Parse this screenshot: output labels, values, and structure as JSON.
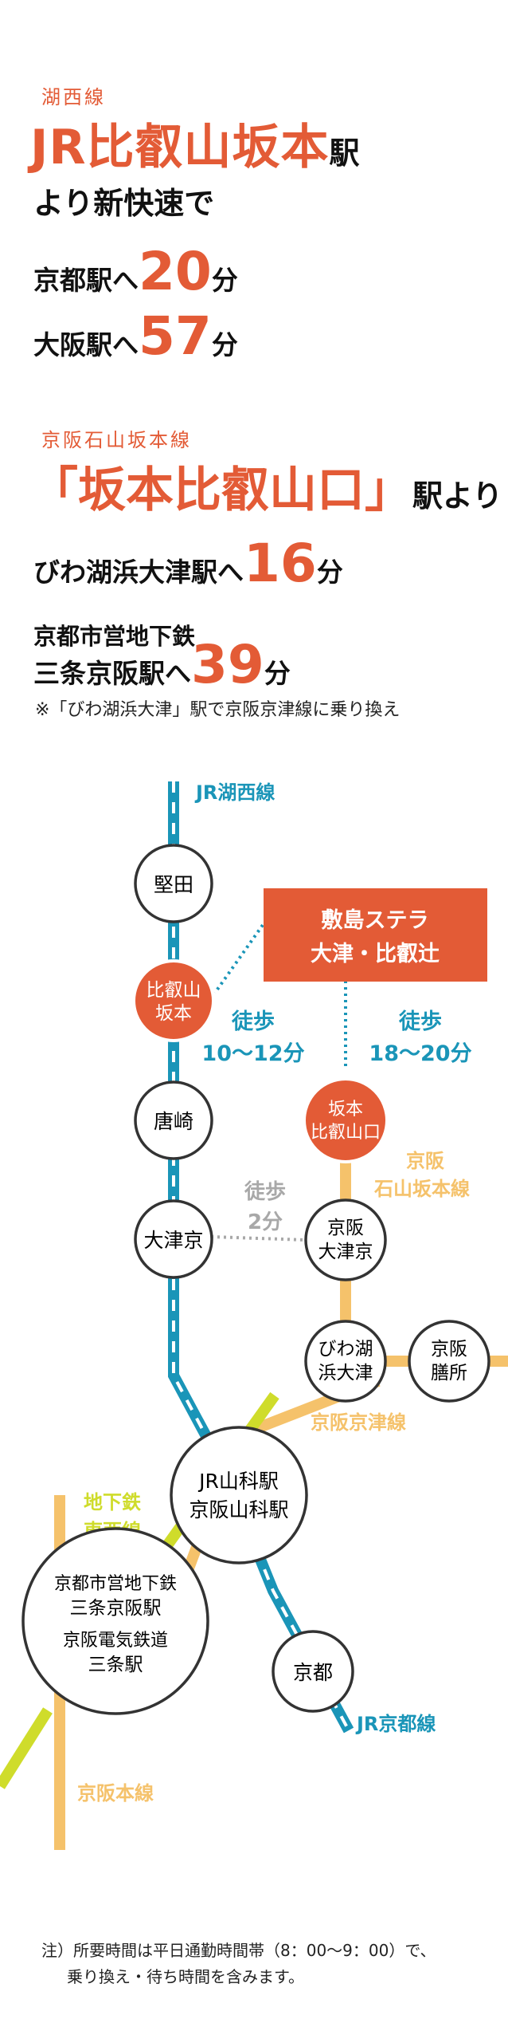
{
  "section1": {
    "line_label": "湖西線",
    "station": "JR比叡山坂本",
    "station_suffix": "駅",
    "lead": "より新快速で",
    "routes": [
      {
        "dest": "京都駅へ",
        "minutes": "20",
        "unit": "分"
      },
      {
        "dest": "大阪駅へ",
        "minutes": "57",
        "unit": "分"
      }
    ]
  },
  "section2": {
    "line_label": "京阪石山坂本線",
    "station": "「坂本比叡山口」",
    "station_suffix": "駅より",
    "route1": {
      "dest": "びわ湖浜大津駅へ",
      "minutes": "16",
      "unit": "分"
    },
    "route2": {
      "dest_line1": "京都市営地下鉄",
      "dest_line2": "三条京阪駅へ",
      "minutes": "39",
      "unit": "分"
    },
    "note": "※「びわ湖浜大津」駅で京阪京津線に乗り換え"
  },
  "map": {
    "colors": {
      "jr": "#1a95b8",
      "keihan": "#f5c26b",
      "subway": "#cfdc2b",
      "accent": "#e35b36",
      "walk_gray": "#a8a8a8"
    },
    "labels": {
      "jr_kosei": "JR湖西線",
      "keihan_ishiyama_1": "京阪",
      "keihan_ishiyama_2": "石山坂本線",
      "keihan_keishin": "京阪京津線",
      "subway_1": "地下鉄",
      "subway_2": "東西線",
      "jr_kyoto": "JR京都線",
      "keihan_main": "京阪本線"
    },
    "hotel": {
      "line1": "敷島ステラ",
      "line2": "大津・比叡辻"
    },
    "walks": {
      "w1_label": "徒歩",
      "w1_time": "10〜12分",
      "w2_label": "徒歩",
      "w2_time": "18〜20分",
      "w3_label": "徒歩",
      "w3_time": "2分"
    },
    "stations": {
      "katata": "堅田",
      "hieizan_sakamoto_1": "比叡山",
      "hieizan_sakamoto_2": "坂本",
      "karasaki": "唐崎",
      "otsukyo": "大津京",
      "sakamoto_hieizanguchi_1": "坂本",
      "sakamoto_hieizanguchi_2": "比叡山口",
      "keihan_otsukyo_1": "京阪",
      "keihan_otsukyo_2": "大津京",
      "biwako_hamaotsu_1": "びわ湖",
      "biwako_hamaotsu_2": "浜大津",
      "keihan_zeze_1": "京阪",
      "keihan_zeze_2": "膳所",
      "yamashina_1": "JR山科駅",
      "yamashina_2": "京阪山科駅",
      "sanjo_1": "京都市営地下鉄",
      "sanjo_2": "三条京阪駅",
      "sanjo_3": "京阪電気鉄道",
      "sanjo_4": "三条駅",
      "kyoto": "京都"
    }
  },
  "footnote": {
    "line1": "注）所要時間は平日通勤時間帯（8：00〜9：00）で、",
    "line2": "乗り換え・待ち時間を含みます。"
  }
}
